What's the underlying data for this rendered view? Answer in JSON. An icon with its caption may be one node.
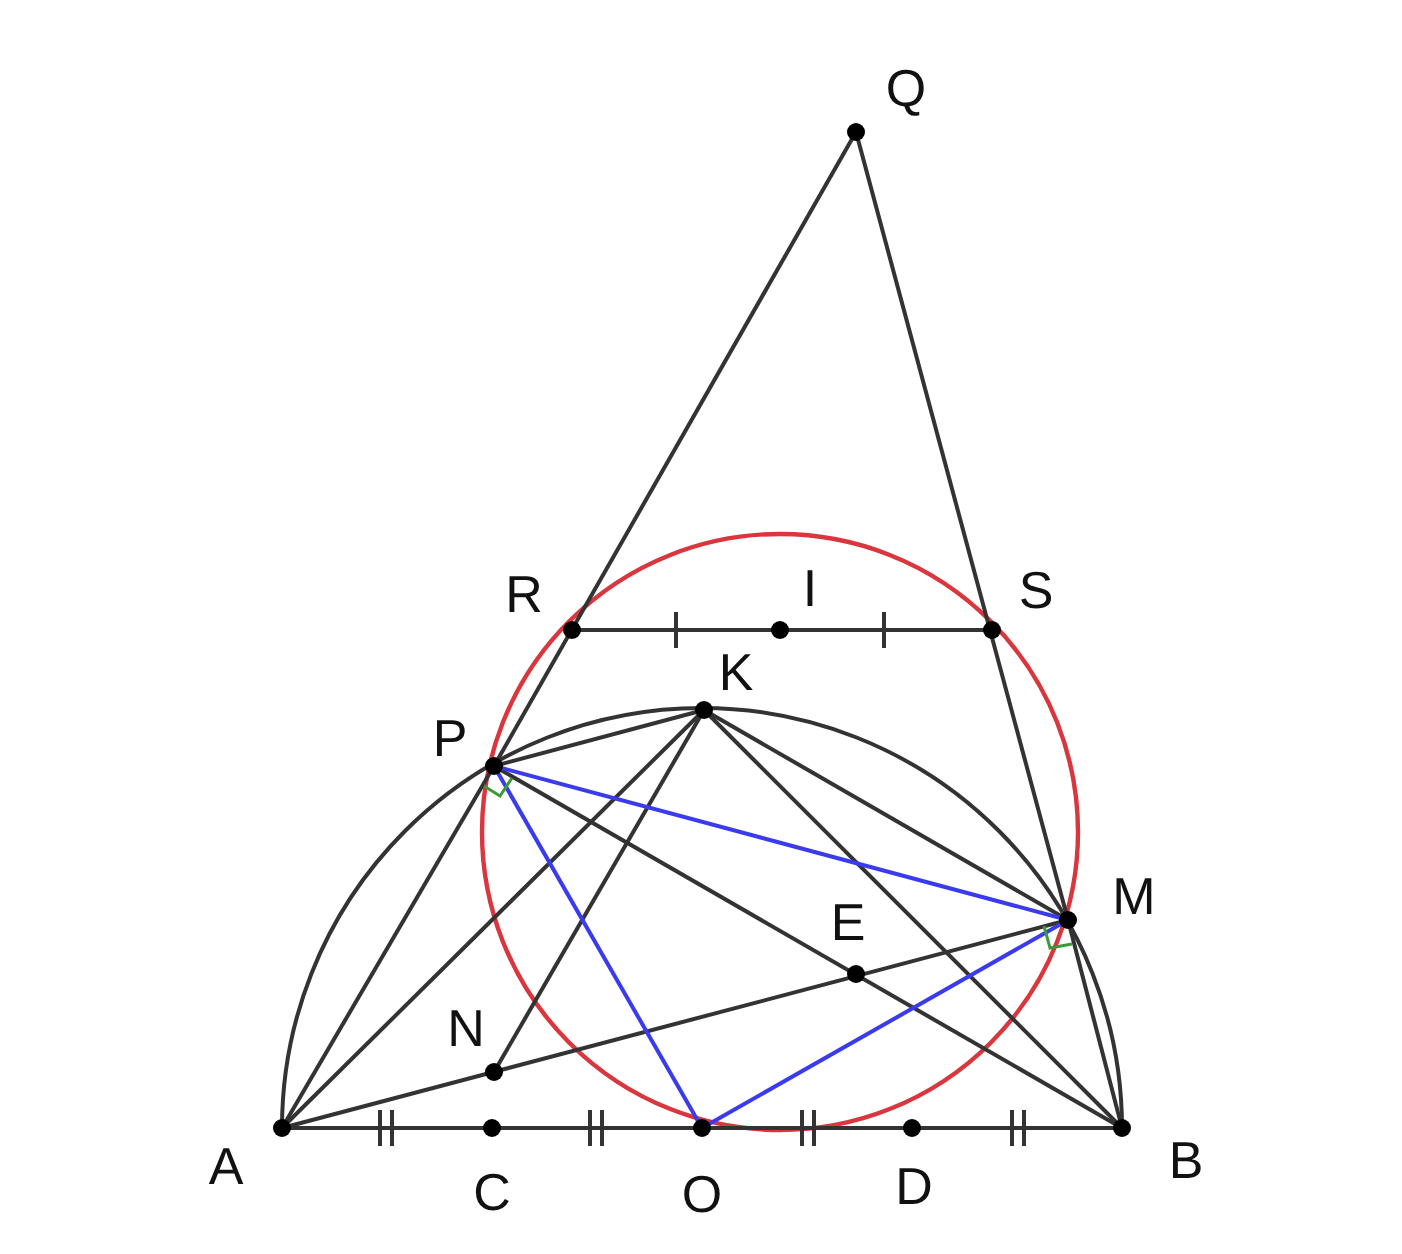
{
  "diagram": {
    "labels": [
      "Q",
      "R",
      "I",
      "S",
      "K",
      "P",
      "M",
      "E",
      "N",
      "A",
      "C",
      "O",
      "D",
      "B"
    ]
  }
}
